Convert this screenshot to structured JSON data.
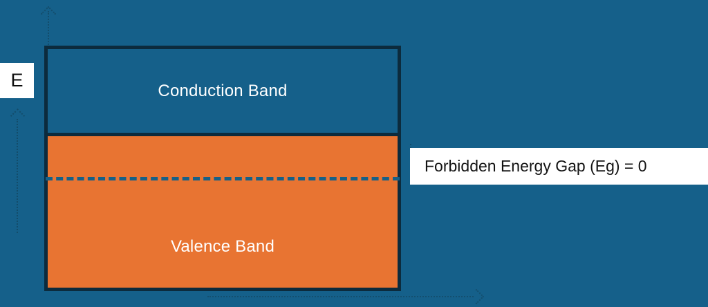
{
  "diagram": {
    "title_axis_label": "E",
    "background_color": "#15608a",
    "bands": [
      {
        "id": "conduction",
        "label": "Conduction Band",
        "fill_color": "#15608a",
        "text_color": "#ffffff"
      },
      {
        "id": "valence",
        "label": "Valence Band",
        "fill_color": "#e87432",
        "text_color": "#ffffff"
      }
    ],
    "border_color": "#0c2b3d",
    "fermi_line": {
      "style": "dashed",
      "color": "#166087"
    },
    "callout": {
      "text": "Forbidden Energy Gap (Eg) = 0",
      "background_color": "#ffffff",
      "text_color": "#131313"
    },
    "axes": {
      "vertical_arrow": "energy-axis-arrow-up",
      "horizontal_arrow": "axis-arrow-right"
    }
  }
}
